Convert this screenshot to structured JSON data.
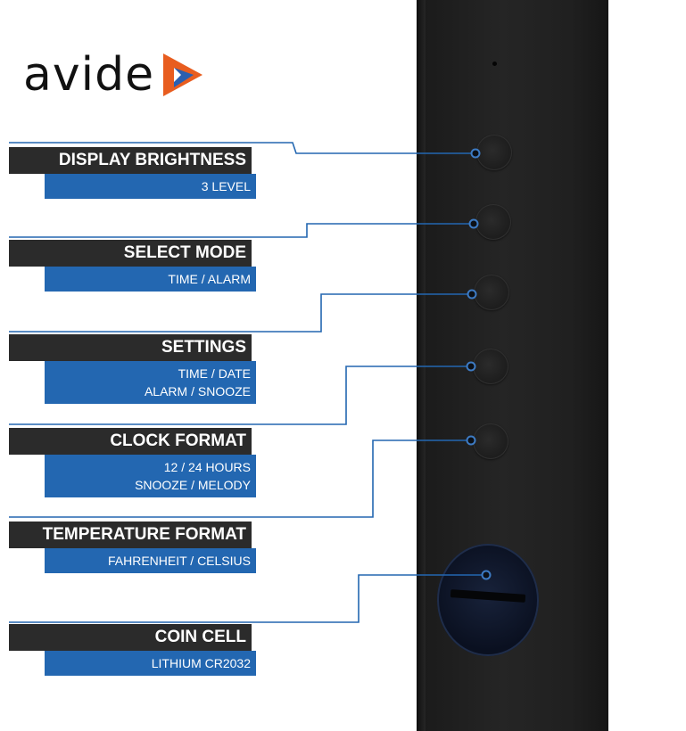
{
  "brand": {
    "name": "avide",
    "mark_colors": [
      "#e85d1f",
      "#2a5fb0"
    ]
  },
  "line_color": "#2367b1",
  "features": [
    {
      "title": "DISPLAY BRIGHTNESS",
      "lines": [
        "3 LEVEL"
      ]
    },
    {
      "title": "SELECT MODE",
      "lines": [
        "TIME / ALARM"
      ]
    },
    {
      "title": "SETTINGS",
      "lines": [
        "TIME / DATE",
        "ALARM / SNOOZE"
      ]
    },
    {
      "title": "CLOCK FORMAT",
      "lines": [
        "12 / 24 HOURS",
        "SNOOZE / MELODY"
      ]
    },
    {
      "title": "TEMPERATURE FORMAT",
      "lines": [
        "FAHRENHEIT / CELSIUS"
      ]
    },
    {
      "title": "COIN CELL",
      "lines": [
        "LITHIUM CR2032"
      ]
    }
  ]
}
